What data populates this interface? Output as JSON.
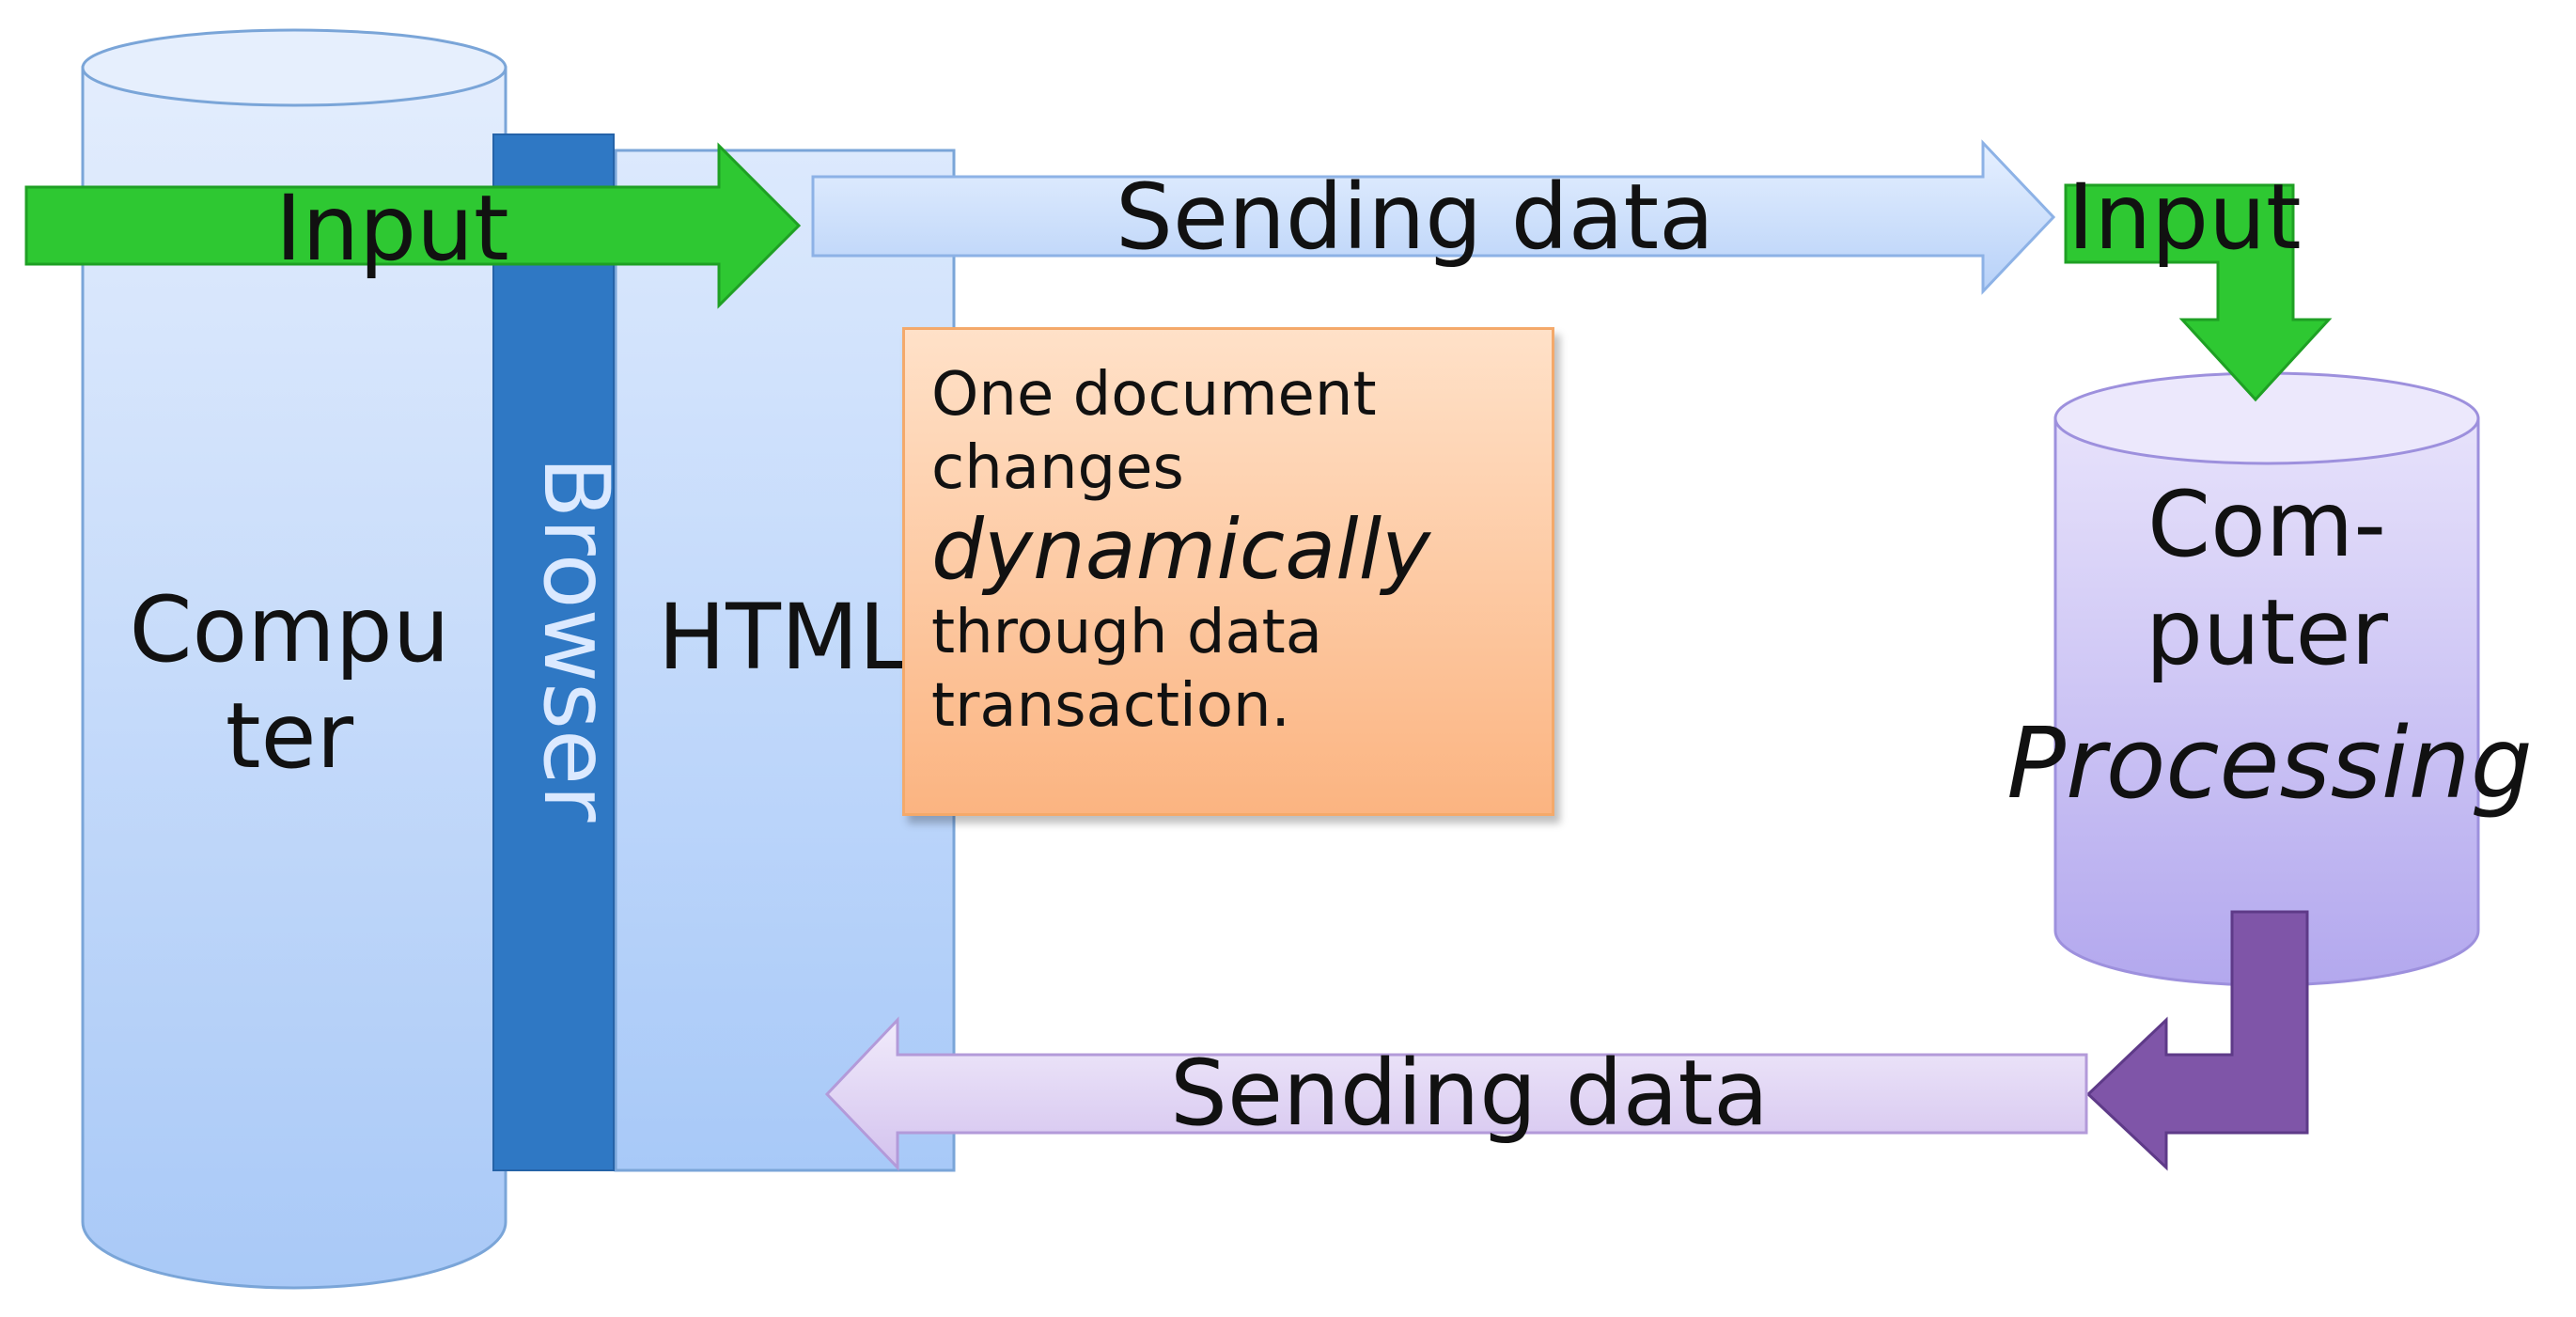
{
  "diagram": {
    "left_computer_line1": "Compu",
    "left_computer_line2": "ter",
    "browser_label": "Browser",
    "html_label": "HTML",
    "input_left": "Input",
    "sending_data_top": "Sending data",
    "input_right": "Input",
    "right_computer_line1": "Com-",
    "right_computer_line2": "puter",
    "processing_label": "Processing",
    "sending_data_bottom": "Sending data",
    "note": {
      "line1": "One document",
      "line2": "changes",
      "line3": "dynamically",
      "line4": "through data",
      "line5": "transaction."
    }
  },
  "colors": {
    "input_arrow": "#2ec832",
    "send_arrow_top": "#c9ddff",
    "send_arrow_bottom": "#e2d6f3",
    "return_elbow_arrow": "#7f55a8",
    "browser_bar": "#2f78c4",
    "left_cylinder": "#cfe0fb",
    "right_cylinder": "#cbc3f1",
    "note_box": "#fbb481"
  }
}
